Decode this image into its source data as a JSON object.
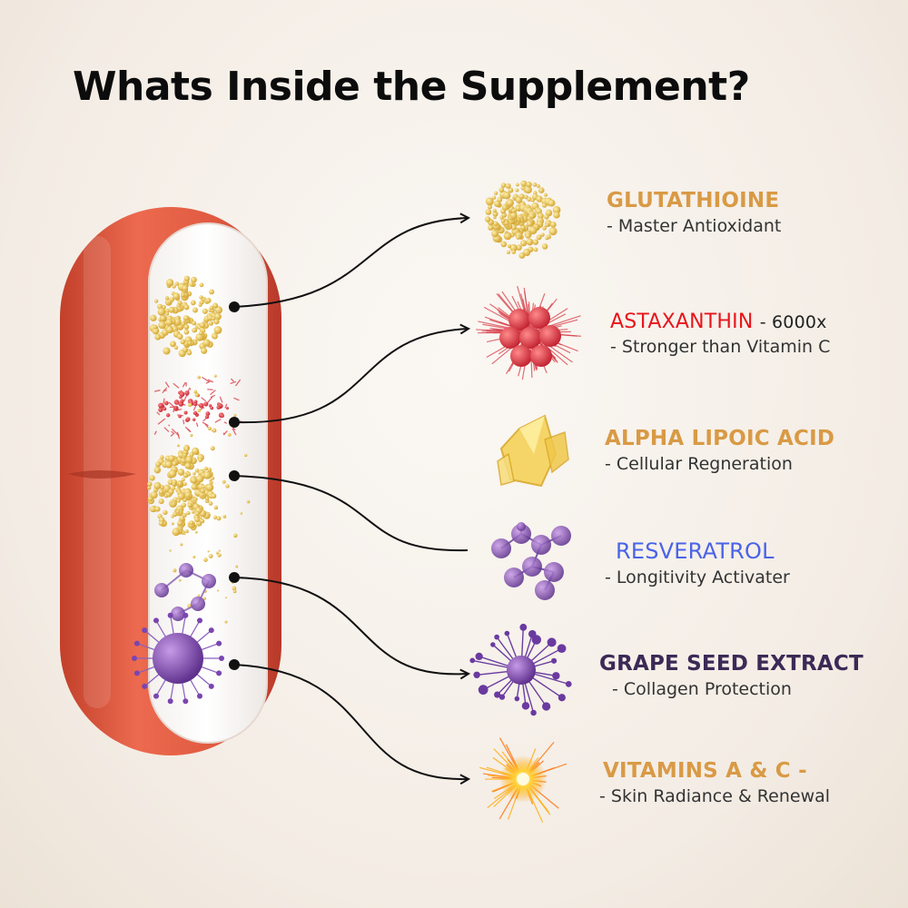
{
  "title": "Whats Inside the Supplement?",
  "colors": {
    "gold": "#d99a45",
    "red": "#e8151b",
    "blue": "#4a63e8",
    "purple": "#3b2a56",
    "capsule": "#e0553a"
  },
  "ingredients": [
    {
      "name": "GLUTATHIOINE",
      "desc": "- Master Antioxidant",
      "color": "#d99a45",
      "icon": "gold-spiral-icon"
    },
    {
      "name": "ASTAXANTHIN",
      "suffix": "- 6000x",
      "desc": "- Stronger than Vitamin C",
      "color": "#e8151b",
      "icon": "red-cell-cluster-icon"
    },
    {
      "name": "ALPHA LIPOIC ACID",
      "desc": "- Cellular Regneration",
      "color": "#d99a45",
      "icon": "yellow-crystal-icon"
    },
    {
      "name": "RESVERATROL",
      "desc": "-  Longitivity Activater",
      "color": "#4a63e8",
      "icon": "purple-molecule-icon"
    },
    {
      "name": "GRAPE SEED EXTRACT",
      "desc": "- Collagen Protection",
      "color": "#3b2a56",
      "icon": "purple-burst-icon"
    },
    {
      "name": "VITAMINS A & C -",
      "desc": "- Skin Radiance & Renewal",
      "color": "#d99a45",
      "icon": "golden-spark-icon"
    }
  ]
}
